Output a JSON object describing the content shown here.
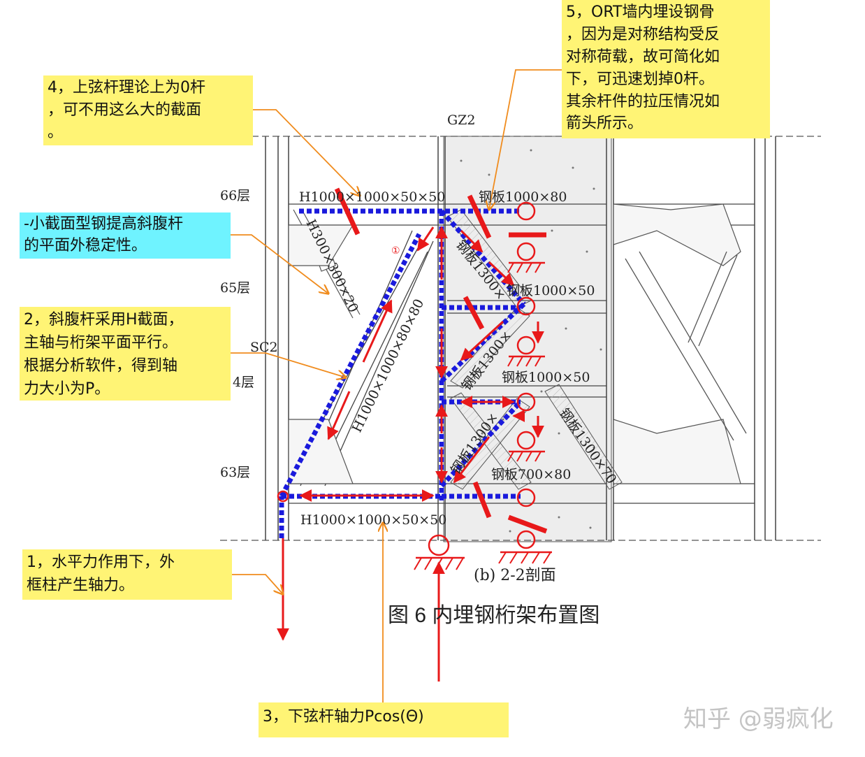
{
  "notes": {
    "note1": "1，水平力作用下，外\n框柱产生轴力。",
    "note2": "2，斜腹杆采用H截面，\n主轴与桁架平面平行。\n根据分析软件，得到轴\n力大小为P。",
    "note3": "3，下弦杆轴力Pcos(Θ)",
    "note4": "4，上弦杆理论上为0杆\n，可不用这么大的截面\n。",
    "note5": "5，ORT墙内埋设钢骨\n，因为是对称结构受反\n对称荷载，故可简化如\n下，可迅速划掉0杆。\n其余杆件的拉压情况如\n箭头所示。",
    "note_cyan": "-小截面型钢提高斜腹杆\n的平面外稳定性。"
  },
  "drawing": {
    "floors": [
      "66层",
      "65层",
      "4层",
      "63层"
    ],
    "gz2": "GZ2",
    "sc2": "SC2",
    "top_chord": "H1000×1000×50×50",
    "bottom_chord": "H1000×1000×50×50",
    "small_brace": "H300×300×20",
    "main_diagonal": "H1000×1000×80×80",
    "plate_top": "钢板1000×80",
    "plate_65": "钢板1000×50",
    "plate_64": "钢板1000×50",
    "plate_63": "钢板700×80",
    "plate_diag_a": "钢板1300×",
    "plate_diag_b": "钢板1300×",
    "plate_diag_c": "钢板1300×",
    "plate_diag_d": "钢板1300×70",
    "circle_mark": "①",
    "caption_section": "(b) 2-2剖面",
    "caption_figure": "图 6   内埋钢桁架布置图"
  },
  "watermark": "知乎 @弱疯化",
  "colors": {
    "note_yellow": "#fff475",
    "note_cyan": "#6ff3ff",
    "force_red": "#e8191a",
    "member_blue": "#1a1adc",
    "leader_orange": "#f08c1e"
  }
}
